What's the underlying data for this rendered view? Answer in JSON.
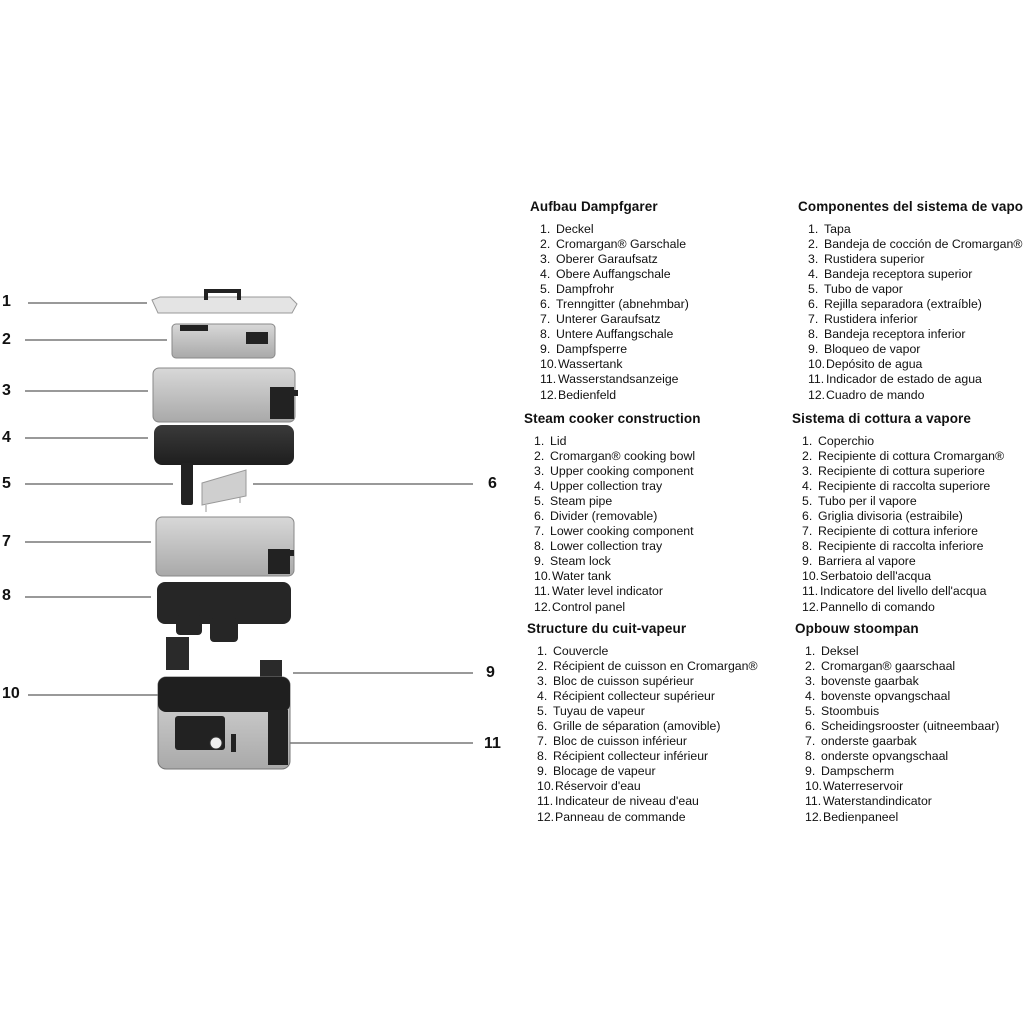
{
  "callouts": [
    "1",
    "2",
    "3",
    "4",
    "5",
    "6",
    "7",
    "8",
    "9",
    "10",
    "11"
  ],
  "sections": [
    {
      "title": "Aufbau Dampfgarer",
      "items": [
        "Deckel",
        "Cromargan® Garschale",
        "Oberer Garaufsatz",
        "Obere Auffangschale",
        "Dampfrohr",
        "Trenngitter (abnehmbar)",
        "Unterer Garaufsatz",
        "Untere Auffangschale",
        "Dampfsperre",
        "Wassertank",
        "Wasserstandsanzeige",
        "Bedienfeld"
      ]
    },
    {
      "title": "Componentes del sistema de vapor",
      "items": [
        "Tapa",
        "Bandeja de cocción de Cromargan®",
        "Rustidera superior",
        "Bandeja receptora superior",
        "Tubo de vapor",
        "Rejilla separadora (extraíble)",
        "Rustidera inferior",
        "Bandeja receptora inferior",
        "Bloqueo de vapor",
        "Depósito de agua",
        "Indicador de estado de agua",
        "Cuadro de mando"
      ]
    },
    {
      "title": "Steam cooker construction",
      "items": [
        "Lid",
        "Cromargan® cooking bowl",
        "Upper cooking component",
        "Upper collection tray",
        "Steam pipe",
        "Divider (removable)",
        "Lower cooking component",
        "Lower collection tray",
        "Steam lock",
        "Water tank",
        "Water level indicator",
        "Control panel"
      ]
    },
    {
      "title": "Sistema di cottura a vapore",
      "items": [
        "Coperchio",
        "Recipiente di cottura Cromargan®",
        "Recipiente di cottura superiore",
        "Recipiente di raccolta superiore",
        "Tubo per il vapore",
        "Griglia divisoria (estraibile)",
        "Recipiente di cottura inferiore",
        "Recipiente di raccolta inferiore",
        "Barriera al vapore",
        "Serbatoio dell'acqua",
        "Indicatore del livello dell'acqua",
        "Pannello di comando"
      ]
    },
    {
      "title": "Structure du cuit-vapeur",
      "items": [
        "Couvercle",
        "Récipient de cuisson en Cromargan®",
        "Bloc de cuisson supérieur",
        "Récipient collecteur supérieur",
        "Tuyau de vapeur",
        "Grille de séparation (amovible)",
        "Bloc de cuisson inférieur",
        "Récipient collecteur inférieur",
        "Blocage de vapeur",
        "Réservoir d'eau",
        "Indicateur de niveau d'eau",
        "Panneau de commande"
      ]
    },
    {
      "title": "Opbouw stoompan",
      "items": [
        "Deksel",
        "Cromargan® gaarschaal",
        "bovenste gaarbak",
        "bovenste opvangschaal",
        "Stoombuis",
        "Scheidingsrooster (uitneembaar)",
        "onderste gaarbak",
        "onderste opvangschaal",
        "Dampscherm",
        "Waterreservoir",
        "Waterstandindicator",
        "Bedienpaneel"
      ]
    }
  ]
}
